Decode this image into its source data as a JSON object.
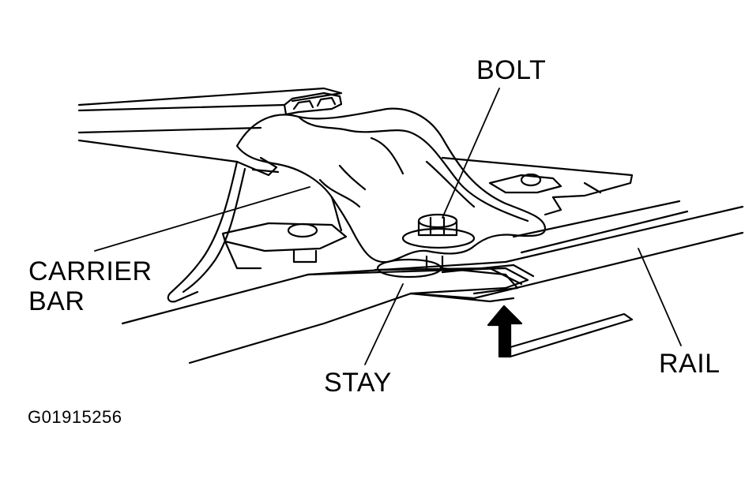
{
  "labels": {
    "bolt": "BOLT",
    "carrier_line1": "CARRIER",
    "carrier_line2": "BAR",
    "stay": "STAY",
    "rail": "RAIL"
  },
  "figure_id": "G01915256",
  "colors": {
    "ink": "#000000",
    "background": "#ffffff"
  }
}
